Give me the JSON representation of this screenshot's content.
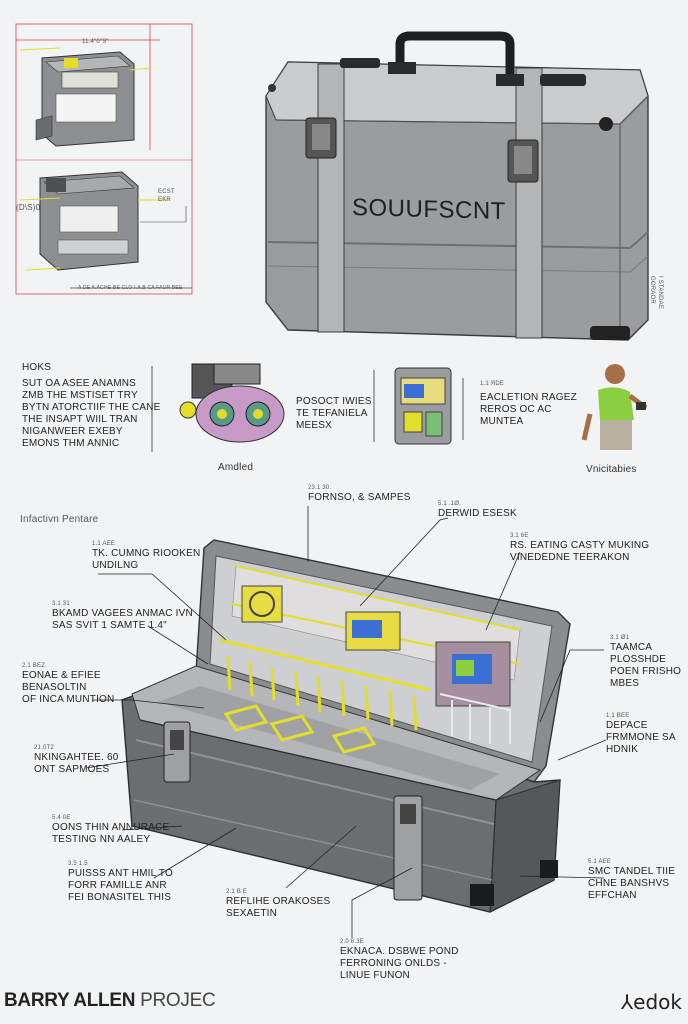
{
  "sketch": {
    "top_dim": "11.4\"0\"S\"",
    "mid_dim": "ECST\nEKR",
    "side_label": "(D\\S)0",
    "bottom_dim": "A DE A.ACHE  BE CLO I.A.B CA FAUR BEE"
  },
  "hero_case": {
    "label": "SOUUFSCNT",
    "side_note": "I STANDAE\nGORAOR"
  },
  "middle_row": {
    "left_heading": "HOKS",
    "left_text": "SUT OA ASEE ANAMNS\nZMB THE MSTISET TRY\nBYTN ATORCTIIF THE CANE\nTHE INSAPT WIIL TRAN\nNIGANWEER EXEBY\nEMONS THM ANNIC",
    "motor_caption": "Amdled",
    "module_text": "POSOCT IWIES\nTE TEFANIELA\nMEESX",
    "right_small": "1.1 ЯDE",
    "right_text": "EACLETION RAGEZ\nREROS OC AC\nMUNTEA",
    "person_caption": "Vnicitabies"
  },
  "section_label": "Infactivn Pentare",
  "callouts": [
    {
      "small": "23.1 30.",
      "text": "FORNSO, & SAMPES"
    },
    {
      "small": "5.1 .1Ø.",
      "text": "DERWID ESESK"
    },
    {
      "small": "3.1 6E",
      "text": "RS. EATING CASTY MUKING\nVINEDEDNE TEERAKON"
    },
    {
      "small": "1.1 AEE",
      "text": "TK. CUMNG RIOOKEN\nUNDILNG"
    },
    {
      "small": "3.1 31",
      "text": "BKAMD VAGEES ANMAC IVN\nSAS SVIT 1 SAMTE 1.4\""
    },
    {
      "small": "3.1 Ø1",
      "text": "TAAMCA\nPLOSSHDE\nPOEN FRISHO\nMBES"
    },
    {
      "small": "2.1 BEZ",
      "text": "EONAE & EFIEE\nBENASOLTIN\nOF INCA MUNTION"
    },
    {
      "small": "1.1 BEE",
      "text": "DEPACE\nFRMMONE SA\nHDNIK"
    },
    {
      "small": "21.0T2",
      "text": "NKINGAHTEE. 60\nONT SAPMOES"
    },
    {
      "small": "5.4 0E",
      "text": "OONS THIN ANNURACE\nTESTING NN AALEY"
    },
    {
      "small": "3.5 1.5",
      "text": "PUISSS ANT HMIL TO\nFORR FAMILLE ANR\nFEI BONASITEL THIS"
    },
    {
      "small": "5.1 AEE",
      "text": "SMC TANDEL TIIE\nCHNE BANSHVS\nEFFCHAN"
    },
    {
      "small": "2.1 B.E",
      "text": "REFLIHE ORAKOSES\nSEXAETIN"
    },
    {
      "small": "2.0 8.3E",
      "text": "EKNACA. DSBWE POND\nFERRONING ONLDS -\nLINUE FUNON"
    }
  ],
  "footer": {
    "brand_bold": "BARRY ALLEN",
    "brand_rest": "PROJEC",
    "logo": "edok"
  },
  "colors": {
    "case_body": "#9a9c9f",
    "case_dark": "#5d5f62",
    "accent_yellow": "#f2ec3a",
    "sketch_red": "#c94a4a"
  }
}
